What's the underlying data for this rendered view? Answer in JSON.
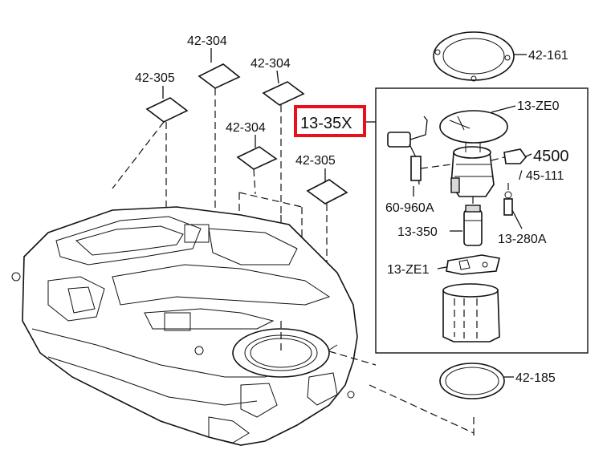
{
  "labels": {
    "pad_top": "42-304",
    "pad_upper_right": "42-304",
    "pad_upper_left": "42-305",
    "pad_middle": "42-304",
    "pad_right": "42-305",
    "pump_assembly": "13-35X",
    "lock_ring_top": "42-161",
    "pump_cover": "13-ZE0",
    "bolt_qty": "4500",
    "sub_ref": "/ 45-111",
    "sender_unit": "60-960A",
    "fuel_pump": "13-350",
    "regulator": "13-280A",
    "pump_bracket": "13-ZE1",
    "gasket_ring": "42-185"
  },
  "colors": {
    "highlight_box": "#e8101a",
    "line": "#111111"
  }
}
